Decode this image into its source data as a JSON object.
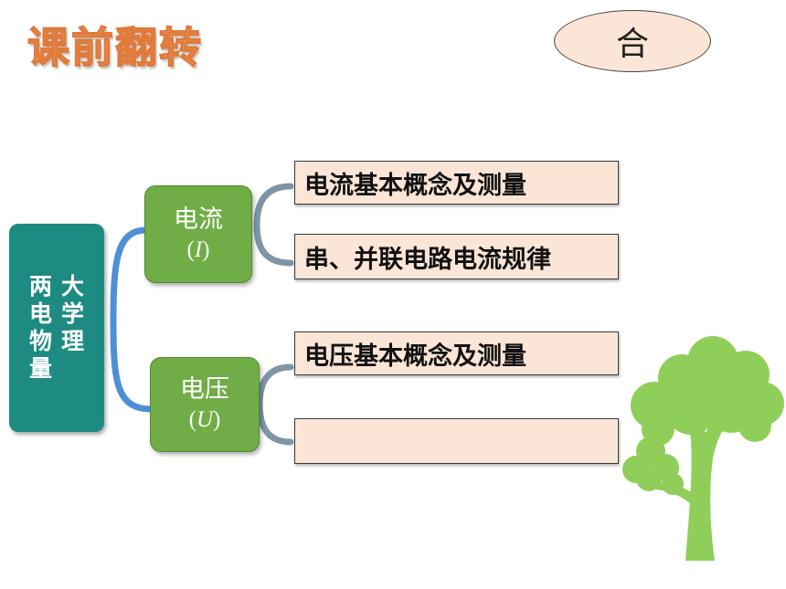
{
  "title": "课前翻转",
  "badge": "合",
  "main": {
    "col_left": [
      "两",
      "电",
      "物",
      "量"
    ],
    "col_right": [
      "大",
      "学",
      "理"
    ]
  },
  "branches": [
    {
      "name": "电流",
      "symbol": "I",
      "items": [
        "电流基本概念及测量",
        "串、并联电路电流规律"
      ]
    },
    {
      "name": "电压",
      "symbol": "U",
      "items": [
        "电压基本概念及测量",
        ""
      ]
    }
  ],
  "colors": {
    "title": "#f6a26b",
    "main_box": "#1d8b82",
    "branch_box": "#70ad47",
    "item_box": "#fbe5d6",
    "main_connector": "#4f8fd6",
    "sub_connector": "#7f95a6",
    "tree": "#8fcf59"
  },
  "icons": [
    "tree-icon"
  ]
}
